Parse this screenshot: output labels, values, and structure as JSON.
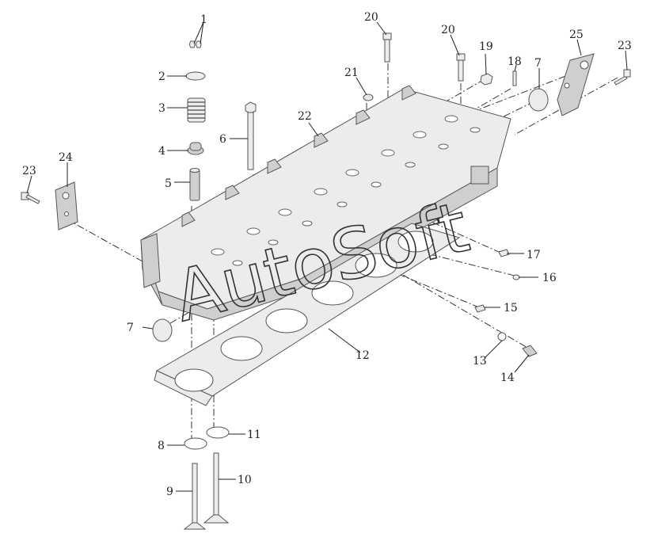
{
  "watermark": "AutoSoft",
  "callouts": {
    "p1": "1",
    "p2": "2",
    "p3": "3",
    "p4": "4",
    "p5": "5",
    "p6": "6",
    "p7a": "7",
    "p7b": "7",
    "p8": "8",
    "p9": "9",
    "p10": "10",
    "p11": "11",
    "p12": "12",
    "p13": "13",
    "p14": "14",
    "p15": "15",
    "p16": "16",
    "p17": "17",
    "p18": "18",
    "p19": "19",
    "p20a": "20",
    "p20b": "20",
    "p21": "21",
    "p22": "22",
    "p23a": "23",
    "p23b": "23",
    "p24": "24",
    "p25": "25"
  }
}
